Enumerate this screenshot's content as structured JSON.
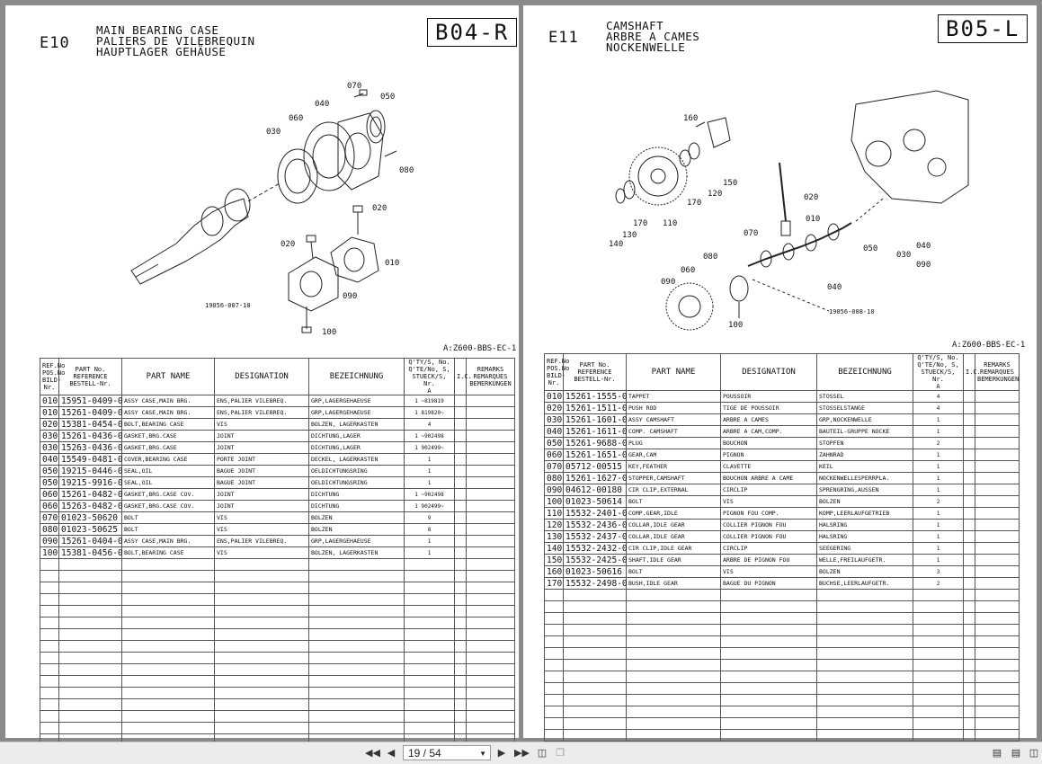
{
  "left_page": {
    "code": "E10",
    "titles": [
      "MAIN BEARING CASE",
      "PALIERS DE VILEBREQUIN",
      "HAUPTLAGER GEHÄUSE"
    ],
    "box": "B04-R",
    "callouts": [
      "070",
      "050",
      "040",
      "060",
      "030",
      "080",
      "020",
      "020",
      "010",
      "090",
      "100"
    ],
    "drawing_no": "19056-007-10",
    "catalog_ref": "A:Z600-BBS-EC-1"
  },
  "right_page": {
    "code": "E11",
    "titles": [
      "CAMSHAFT",
      "ARBRE A CAMES",
      "NOCKENWELLE"
    ],
    "box": "B05-L",
    "callouts": [
      "160",
      "150",
      "120",
      "170",
      "170",
      "110",
      "130",
      "140",
      "020",
      "010",
      "070",
      "080",
      "060",
      "090",
      "100",
      "050",
      "040",
      "030",
      "040",
      "090"
    ],
    "drawing_no": "19056-008-10",
    "catalog_ref": "A:Z600-BBS-EC-1"
  },
  "table_headers": {
    "ref": "REF.No POS.No BILD-Nr.",
    "part_no": "PART No. REFERENCE BESTELL-Nr.",
    "part_name": "PART NAME",
    "designation": "DESIGNATION",
    "bezeichnung": "BEZEICHNUNG",
    "qty": "Q'TY/S, No. Q'TE/No, S, STUECK/S, Nr.",
    "qty_sub": "A",
    "ic": "I.C.",
    "remarks": "REMARKS REMARQUES BEMERKUNGEN"
  },
  "left_rows": [
    [
      "010",
      "15951-0409-0",
      "ASSY CASE,MAIN BRG.",
      "ENS,PALIER VILEBREQ.",
      "GRP,LAGERGEHAEUSE",
      "1 ~819819"
    ],
    [
      "010",
      "15261-0409-0",
      "ASSY CASE,MAIN BRG.",
      "ENS,PALIER VILEBREQ.",
      "GRP,LAGERGEHAEUSE",
      "1 819820~"
    ],
    [
      "020",
      "15381-0454-0",
      "BOLT,BEARING CASE",
      "VIS",
      "BOLZEN, LAGERKASTEN",
      "4"
    ],
    [
      "030",
      "15261-0436-0",
      "GASKET,BRG.CASE",
      "JOINT",
      "DICHTUNG,LAGER",
      "1 ~902498"
    ],
    [
      "030",
      "15263-0436-0",
      "GASKET,BRG.CASE",
      "JOINT",
      "DICHTUNG,LAGER",
      "1 902499~"
    ],
    [
      "040",
      "15549-0481-0",
      "COVER,BEARING CASE",
      "PORTE JOINT",
      "DECKEL, LAGERKASTEN",
      "1"
    ],
    [
      "050",
      "19215-0446-0",
      "SEAL,OIL",
      "BAGUE JOINT",
      "OELDICHTUNGSRING",
      "1"
    ],
    [
      "050",
      "19215-9916-0",
      "SEAL,OIL",
      "BAGUE JOINT",
      "OELDICHTUNGSRING",
      "1"
    ],
    [
      "060",
      "15261-0482-0",
      "GASKET,BRG.CASE COV.",
      "JOINT",
      "DICHTUNG",
      "1 ~902498"
    ],
    [
      "060",
      "15263-0482-0",
      "GASKET,BRG.CASE COV.",
      "JOINT",
      "DICHTUNG",
      "1 902499~"
    ],
    [
      "070",
      "01023-50620",
      "BOLT",
      "VIS",
      "BOLZEN",
      "9"
    ],
    [
      "080",
      "01023-50625",
      "BOLT",
      "VIS",
      "BOLZEN",
      "8"
    ],
    [
      "090",
      "15261-0404-0",
      "ASSY CASE,MAIN BRG.",
      "ENS,PALIER VILEBREQ.",
      "GRP,LAGERGEHAEUSE",
      "1"
    ],
    [
      "100",
      "15381-0456-0",
      "BOLT,BEARING CASE",
      "VIS",
      "BOLZEN, LAGERKASTEN",
      "1"
    ]
  ],
  "right_rows": [
    [
      "010",
      "15261-1555-0",
      "TAPPET",
      "POUSSOIR",
      "STOSSEL",
      "4"
    ],
    [
      "020",
      "15261-1511-0",
      "PUSH ROD",
      "TIGE DE POUSSOIR",
      "STOSSELSTANGE",
      "4"
    ],
    [
      "030",
      "15261-1601-0",
      "ASSY CAMSHAFT",
      "ARBRE A CAMES",
      "GRP,NOCKENWELLE",
      "1"
    ],
    [
      "040",
      "15261-1611-0",
      "COMP. CAMSHAFT",
      "ARBRE A CAM,COMP.",
      "BAUTEIL-GRUPPE NOCKE",
      "1"
    ],
    [
      "050",
      "15261-9688-0",
      "PLUG",
      "BOUCHON",
      "STOPFEN",
      "2"
    ],
    [
      "060",
      "15261-1651-0",
      "GEAR,CAM",
      "PIGNON",
      "ZAHNRAD",
      "1"
    ],
    [
      "070",
      "05712-00515",
      "KEY,FEATHER",
      "CLAVETTE",
      "KEIL",
      "1"
    ],
    [
      "080",
      "15261-1627-0",
      "STOPPER,CAMSHAFT",
      "BOUCHON ARBRE A CAME",
      "NOCKENWELLESPERRPLA.",
      "1"
    ],
    [
      "090",
      "04612-00180",
      "CIR CLIP,EXTERNAL",
      "CIRCLIP",
      "SPRENGRING,AUSSEN",
      "1"
    ],
    [
      "100",
      "01023-50614",
      "BOLT",
      "VIS",
      "BOLZEN",
      "2"
    ],
    [
      "110",
      "15532-2401-0",
      "COMP.GEAR,IDLE",
      "PIGNON FOU COMP.",
      "KOMP,LEERLAUFGETRIEB",
      "1"
    ],
    [
      "120",
      "15532-2436-0",
      "COLLAR,IDLE GEAR",
      "COLLIER PIGNON FOU",
      "HALSRING",
      "1"
    ],
    [
      "130",
      "15532-2437-0",
      "COLLAR,IDLE GEAR",
      "COLLIER PIGNON FOU",
      "HALSRING",
      "1"
    ],
    [
      "140",
      "15532-2432-0",
      "CIR CLIP,IDLE GEAR",
      "CIRCLIP",
      "SEEGERING",
      "1"
    ],
    [
      "150",
      "15532-2425-0",
      "SHAFT,IDLE GEAR",
      "ARBRE DE PIGNON FOU",
      "WELLE,FREILAUFGETR.",
      "1"
    ],
    [
      "160",
      "01023-50616",
      "BOLT",
      "VIS",
      "BOLZEN",
      "3"
    ],
    [
      "170",
      "15532-2498-0",
      "BUSH,IDLE GEAR",
      "BAGUE DU PIGNON",
      "BUCHSE,LEERLAUFGETR.",
      "2"
    ]
  ],
  "toolbar": {
    "page_indicator": "19 / 54",
    "first_icon": "first-page-icon",
    "prev_icon": "prev-page-icon",
    "next_icon": "next-page-icon",
    "last_icon": "last-page-icon"
  }
}
